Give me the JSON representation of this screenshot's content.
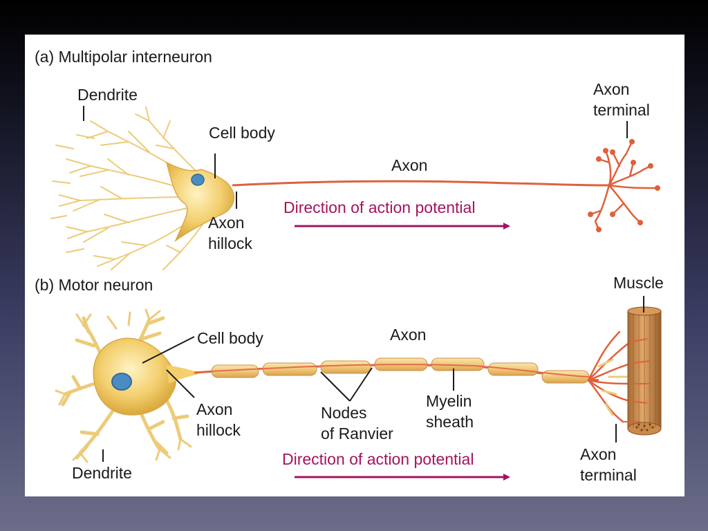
{
  "panel_a": {
    "title": "(a) Multipolar interneuron",
    "labels": {
      "dendrite": "Dendrite",
      "cell_body": "Cell body",
      "axon": "Axon",
      "axon_hillock_1": "Axon",
      "axon_hillock_2": "hillock",
      "axon_terminal_1": "Axon",
      "axon_terminal_2": "terminal",
      "direction": "Direction of action potential"
    }
  },
  "panel_b": {
    "title": "(b) Motor neuron",
    "labels": {
      "cell_body": "Cell body",
      "axon": "Axon",
      "axon_hillock_1": "Axon",
      "axon_hillock_2": "hillock",
      "dendrite": "Dendrite",
      "nodes_1": "Nodes",
      "nodes_2": "of Ranvier",
      "myelin_1": "Myelin",
      "myelin_2": "sheath",
      "muscle": "Muscle",
      "axon_terminal_1": "Axon",
      "axon_terminal_2": "terminal",
      "direction": "Direction of action potential"
    }
  },
  "colors": {
    "direction_text": "#a3145e",
    "arrow": "#a3145e",
    "cell_fill": "#f3cf6e",
    "axon": "#e0603a",
    "myelin": "#f0c97c",
    "muscle": "#c98a4a",
    "nucleus": "#4a8cc2"
  }
}
